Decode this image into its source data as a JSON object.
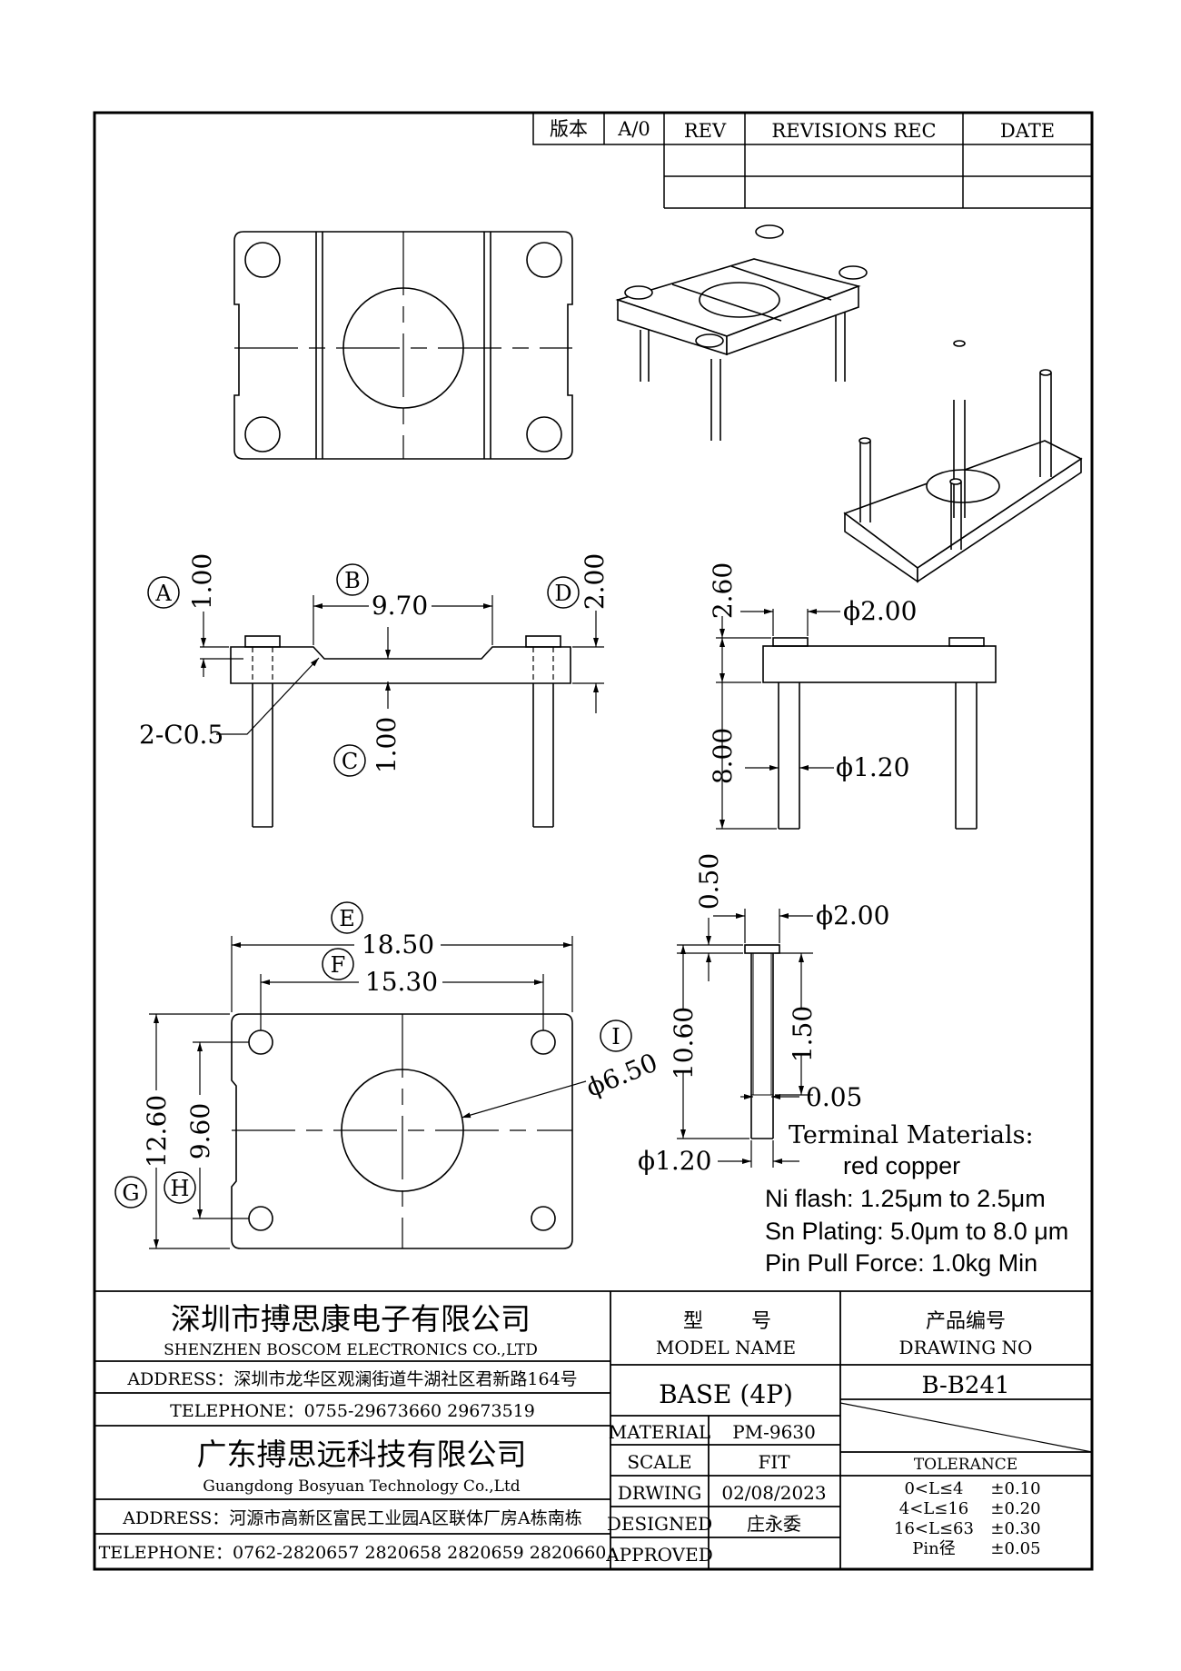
{
  "revision_block": {
    "version_label": "版本",
    "version_value": "A/0",
    "rev_header": "REV",
    "revisions_header": "REVISIONS REC",
    "date_header": "DATE"
  },
  "side_view": {
    "label_a": "A",
    "label_b": "B",
    "label_c": "C",
    "label_d": "D",
    "dim_a": "1.00",
    "dim_b": "9.70",
    "dim_c": "1.00",
    "dim_d": "2.00",
    "chamfer": "2-C0.5"
  },
  "end_view": {
    "dim_height": "2.60",
    "dim_pin_length": "8.00",
    "dim_head_dia": "ϕ2.00",
    "dim_pin_dia": "ϕ1.20"
  },
  "bottom_view": {
    "label_e": "E",
    "label_f": "F",
    "label_g": "G",
    "label_h": "H",
    "label_i": "I",
    "dim_e": "18.50",
    "dim_f": "15.30",
    "dim_g": "12.60",
    "dim_h": "9.60",
    "dim_i": "ϕ6.50"
  },
  "pin_detail": {
    "dim_head_thk": "0.50",
    "dim_head_dia": "ϕ2.00",
    "dim_total": "10.60",
    "dim_upper": "1.50",
    "dim_step": "0.05",
    "dim_pin_dia": "ϕ1.20"
  },
  "notes": {
    "materials_title": "Terminal Materials:",
    "material": "red copper",
    "ni_flash": "Ni flash: 1.25μm to 2.5μm",
    "sn_plating": "Sn Plating: 5.0μm to 8.0 μm",
    "pull_force": "Pin Pull Force:  1.0kg Min"
  },
  "title_block": {
    "company1_cn": "深圳市搏思康电子有限公司",
    "company1_en": "SHENZHEN BOSCOM ELECTRONICS CO.,LTD",
    "address1": "ADDRESS：深圳市龙华区观澜街道牛湖社区君新路164号",
    "telephone1": "TELEPHONE：0755-29673660 29673519",
    "company2_cn": "广东搏思远科技有限公司",
    "company2_en": "Guangdong Bosyuan Technology Co.,Ltd",
    "address2": "ADDRESS：河源市高新区富民工业园A区联体厂房A栋南栋",
    "telephone2": "TELEPHONE：0762-2820657 2820658 2820659 2820660",
    "model_cn_1": "型",
    "model_cn_2": "号",
    "model_en": "MODEL NAME",
    "model_value": "BASE (4P)",
    "drawing_no_cn": "产品编号",
    "drawing_no_en": "DRAWING NO",
    "drawing_no_value": "B-B241",
    "material_label": "MATERIAL",
    "material_value": "PM-9630",
    "scale_label": "SCALE",
    "scale_value": "FIT",
    "drwing_label": "DRWING",
    "drwing_value": "02/08/2023",
    "designed_label": "DESIGNED",
    "designed_value": "庄永委",
    "approved_label": "APPROVED",
    "approved_value": "",
    "tolerance_title": "TOLERANCE",
    "tol_rows": [
      {
        "range": "0<L≤4",
        "value": "±0.10"
      },
      {
        "range": "4<L≤16",
        "value": "±0.20"
      },
      {
        "range": "16<L≤63",
        "value": "±0.30"
      },
      {
        "range": "Pin径",
        "value": "±0.05"
      }
    ]
  }
}
